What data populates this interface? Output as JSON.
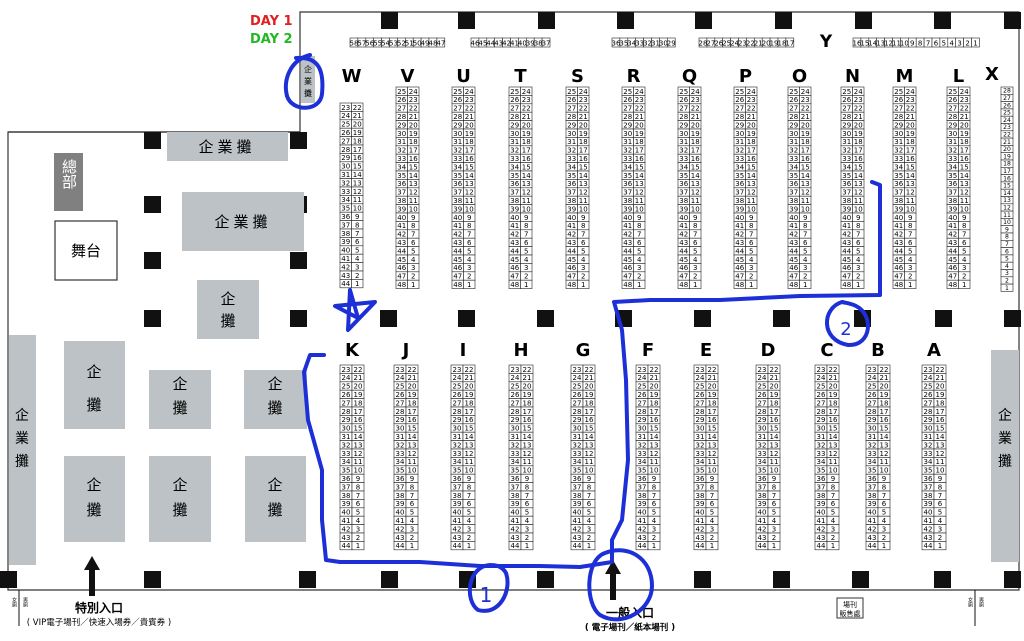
{
  "legend": {
    "day1": "DAY 1",
    "day2": "DAY 2",
    "day1_color": "#e02020",
    "day2_color": "#22b822"
  },
  "colors": {
    "booth_block": "#bcc2c6",
    "hq": "#808080",
    "pillar": "#111111",
    "wall": "#333333",
    "ink": "#1d2fd6",
    "day1_fill": "#d98070",
    "day2_fill": "#8fd06a",
    "both_fill": "#8f8d3a"
  },
  "top_row": {
    "group1": [
      "58",
      "57",
      "56",
      "55",
      "54",
      "53",
      "52",
      "51",
      "50",
      "49",
      "48",
      "47"
    ],
    "group2": [
      "46",
      "45",
      "44",
      "43",
      "42",
      "41",
      "40",
      "39",
      "38",
      "37"
    ],
    "group3": [
      "36",
      "35",
      "34",
      "33",
      "32",
      "31",
      "30",
      "29"
    ],
    "group4": [
      "28",
      "27",
      "26",
      "25",
      "24",
      "23",
      "22",
      "21",
      "20",
      "19",
      "18",
      "17"
    ],
    "row_letter": "Y",
    "group5": [
      "16",
      "15",
      "14",
      "13",
      "12",
      "11",
      "10",
      "9",
      "8",
      "7",
      "6",
      "5",
      "4",
      "3",
      "2",
      "1"
    ]
  },
  "upper_rows": {
    "letters": [
      "W",
      "V",
      "U",
      "T",
      "S",
      "R",
      "Q",
      "P",
      "O",
      "N",
      "M",
      "L"
    ],
    "w_left": [
      "23",
      "24",
      "25",
      "26",
      "27",
      "28",
      "29",
      "30",
      "31",
      "32",
      "33",
      "34",
      "35",
      "36",
      "37",
      "38",
      "39",
      "40",
      "41",
      "42",
      "43",
      "44"
    ],
    "w_right": [
      "22",
      "21",
      "20",
      "19",
      "18",
      "17",
      "16",
      "15",
      "14",
      "13",
      "12",
      "11",
      "10",
      "9",
      "8",
      "7",
      "6",
      "5",
      "4",
      "3",
      "2",
      "1"
    ],
    "left": [
      "25",
      "26",
      "27",
      "28",
      "29",
      "30",
      "31",
      "32",
      "33",
      "34",
      "35",
      "36",
      "37",
      "38",
      "39",
      "40",
      "41",
      "42",
      "43",
      "44",
      "45",
      "46",
      "47",
      "48"
    ],
    "right": [
      "24",
      "23",
      "22",
      "21",
      "20",
      "19",
      "18",
      "17",
      "16",
      "15",
      "14",
      "13",
      "12",
      "11",
      "10",
      "9",
      "8",
      "7",
      "6",
      "5",
      "4",
      "3",
      "2",
      "1"
    ]
  },
  "x_row": {
    "letter": "X",
    "numbers": [
      "28",
      "27",
      "26",
      "25",
      "24",
      "23",
      "22",
      "21",
      "20",
      "19",
      "18",
      "17",
      "16",
      "15",
      "14",
      "13",
      "12",
      "11",
      "10",
      "9",
      "8",
      "7",
      "6",
      "5",
      "4",
      "3",
      "2",
      "1"
    ]
  },
  "lower_rows": {
    "letters": [
      "K",
      "J",
      "I",
      "H",
      "G",
      "F",
      "E",
      "D",
      "C",
      "B",
      "A"
    ],
    "left": [
      "23",
      "24",
      "25",
      "26",
      "27",
      "28",
      "29",
      "30",
      "31",
      "32",
      "33",
      "34",
      "35",
      "36",
      "37",
      "38",
      "39",
      "40",
      "41",
      "42",
      "43",
      "44"
    ],
    "right": [
      "22",
      "21",
      "20",
      "19",
      "18",
      "17",
      "16",
      "15",
      "14",
      "13",
      "12",
      "11",
      "10",
      "9",
      "8",
      "7",
      "6",
      "5",
      "4",
      "3",
      "2",
      "1"
    ]
  },
  "blocks": {
    "enterprise": "企業攤",
    "ent_h1": "企",
    "ent_h2": "業",
    "ent_h3": "攤",
    "hq": "總部",
    "stage": "舞台"
  },
  "entrances": {
    "special": "特別入口",
    "special_note": "( VIP電子場刊／快速入場券／貴賓券 )",
    "general": "一般入口",
    "general_note": "( 電子場刊／紙本場刊 )",
    "booklet_line1": "場刊",
    "booklet_line2": "販售處",
    "restroom_f": "女廁",
    "restroom_m": "男廁"
  },
  "annotations": {
    "one": "1",
    "two": "2"
  }
}
